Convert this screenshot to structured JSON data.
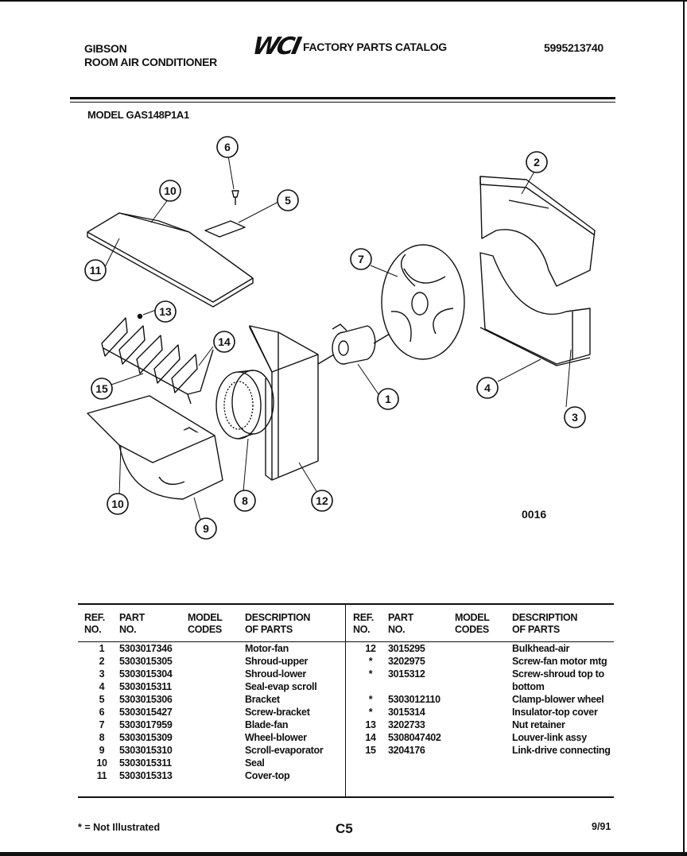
{
  "header": {
    "brand": "GIBSON",
    "product": "ROOM AIR CONDITIONER",
    "logo_text": "WCI",
    "catalog_title": "FACTORY PARTS CATALOG",
    "catalog_number": "5995213740",
    "model": "MODEL GAS148P1A1"
  },
  "diagram": {
    "callouts": [
      "6",
      "10",
      "5",
      "2",
      "7",
      "11",
      "13",
      "14",
      "15",
      "1",
      "4",
      "3",
      "10",
      "8",
      "12",
      "9"
    ],
    "drawing_code": "0016"
  },
  "table": {
    "headers": {
      "ref": [
        "REF.",
        "NO."
      ],
      "part": [
        "PART",
        "NO."
      ],
      "model": [
        "MODEL",
        "CODES"
      ],
      "desc": [
        "DESCRIPTION",
        "OF PARTS"
      ]
    },
    "left_rows": [
      {
        "ref": "1",
        "part": "5303017346",
        "model": "",
        "desc": "Motor-fan"
      },
      {
        "ref": "2",
        "part": "5303015305",
        "model": "",
        "desc": "Shroud-upper"
      },
      {
        "ref": "3",
        "part": "5303015304",
        "model": "",
        "desc": "Shroud-lower"
      },
      {
        "ref": "4",
        "part": "5303015311",
        "model": "",
        "desc": "Seal-evap scroll"
      },
      {
        "ref": "5",
        "part": "5303015306",
        "model": "",
        "desc": "Bracket"
      },
      {
        "ref": "6",
        "part": "5303015427",
        "model": "",
        "desc": "Screw-bracket"
      },
      {
        "ref": "7",
        "part": "5303017959",
        "model": "",
        "desc": "Blade-fan"
      },
      {
        "ref": "8",
        "part": "5303015309",
        "model": "",
        "desc": "Wheel-blower"
      },
      {
        "ref": "9",
        "part": "5303015310",
        "model": "",
        "desc": "Scroll-evaporator"
      },
      {
        "ref": "10",
        "part": "5303015311",
        "model": "",
        "desc": "Seal"
      },
      {
        "ref": "11",
        "part": "5303015313",
        "model": "",
        "desc": "Cover-top"
      }
    ],
    "right_rows": [
      {
        "ref": "12",
        "part": "3015295",
        "model": "",
        "desc": "Bulkhead-air"
      },
      {
        "ref": "*",
        "part": "3202975",
        "model": "",
        "desc": "Screw-fan motor mtg"
      },
      {
        "ref": "*",
        "part": "3015312",
        "model": "",
        "desc": "Screw-shroud top to bottom"
      },
      {
        "ref": "*",
        "part": "5303012110",
        "model": "",
        "desc": "Clamp-blower wheel"
      },
      {
        "ref": "*",
        "part": "3015314",
        "model": "",
        "desc": "Insulator-top cover"
      },
      {
        "ref": "13",
        "part": "3202733",
        "model": "",
        "desc": "Nut retainer"
      },
      {
        "ref": "14",
        "part": "5308047402",
        "model": "",
        "desc": "Louver-link assy"
      },
      {
        "ref": "15",
        "part": "3204176",
        "model": "",
        "desc": "Link-drive connecting"
      }
    ]
  },
  "footer": {
    "note": "* = Not Illustrated",
    "page": "C5",
    "date": "9/91"
  }
}
